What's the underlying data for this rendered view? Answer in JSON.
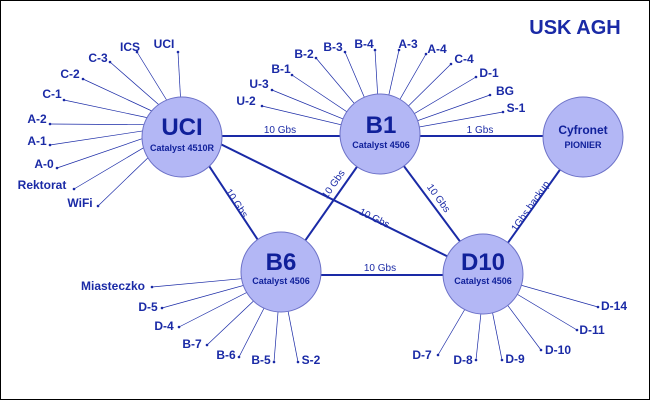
{
  "header": {
    "title": "USK AGH"
  },
  "colors": {
    "node_fill": "#b3b7f5",
    "line": "#1a2aa6",
    "text": "#1a2aa6"
  },
  "nodes": {
    "uci": {
      "name": "UCI",
      "model": "Catalyst 4510R"
    },
    "b1": {
      "name": "B1",
      "model": "Catalyst 4506"
    },
    "cyfronet": {
      "name": "Cyfronet",
      "model": "PIONIER"
    },
    "b6": {
      "name": "B6",
      "model": "Catalyst 4506"
    },
    "d10": {
      "name": "D10",
      "model": "Catalyst 4506"
    }
  },
  "links": {
    "uci_b1": "10 Gbs",
    "b1_cyfronet": "1 Gbs",
    "uci_b6": "10 Gbs",
    "b1_b6": "10 Gbs",
    "uci_d10": "10 Gbs",
    "b1_d10": "10 Gbs",
    "cyfronet_d10": "1Gbs backup",
    "b6_d10": "10 Gbs"
  },
  "leaves": {
    "uci": [
      "ICS",
      "UCI",
      "C-3",
      "C-2",
      "C-1",
      "A-2",
      "A-1",
      "A-0",
      "Rektorat",
      "WiFi"
    ],
    "b1": [
      "B-2",
      "B-3",
      "B-4",
      "A-3",
      "A-4",
      "C-4",
      "D-1",
      "BG",
      "S-1",
      "B-1",
      "U-3",
      "U-2"
    ],
    "b6": [
      "Miasteczko",
      "D-5",
      "D-4",
      "B-7",
      "B-6",
      "B-5",
      "S-2"
    ],
    "d10": [
      "D-7",
      "D-8",
      "D-9",
      "D-10",
      "D-11",
      "D-14"
    ]
  }
}
